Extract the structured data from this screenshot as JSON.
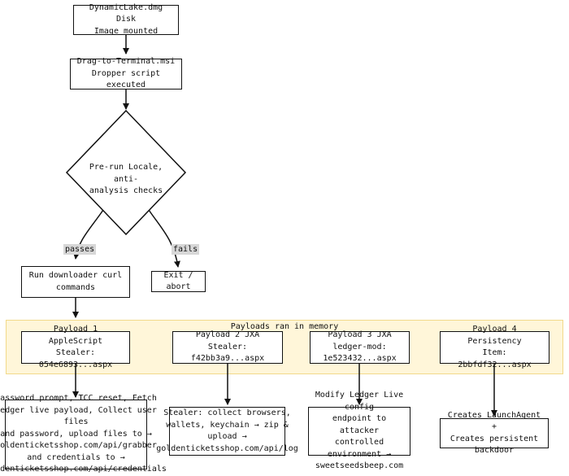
{
  "nodes": {
    "mounted": "DynamicLake.dmg Disk\nImage mounted",
    "dropper": "Drag-to-Terminal.msi\nDropper script executed",
    "checks": "Pre-run Locale, anti-\nanalysis checks",
    "downloader": "Run downloader curl\ncommands",
    "exit": "Exit / abort",
    "payload1": "Payload 1 AppleScript\nStealer: 054e6893...aspx",
    "payload2": "Payload 2 JXA Stealer:\nf42bb3a9...aspx",
    "payload3": "Payload 3 JXA ledger-mod:\n1e523432...aspx",
    "payload4": "Payload 4 Persistency\nItem: 2bbfdf32...aspx",
    "result1": "Password prompt, TCC reset, Fetch\nledger live payload, Collect user files\nand password, upload files to →\ngoldenticketsshop.com/api/grabber\nand credentials to →\ngoldenticketsshop.com/api/credentials",
    "result2": "Stealer: collect browsers,\nwallets, keychain → zip &\nupload →\ngoldenticketsshop.com/api/log",
    "result3": "Modify Ledger Live config\nendpoint to attacker\ncontrolled environment →\nsweetseedsbeep.com",
    "result4": "Creates LaunchAgent +\nCreates persistent backdoor"
  },
  "edge_labels": {
    "passes": "passes",
    "fails": "fails"
  },
  "group": {
    "title": "Payloads ran in memory"
  },
  "colors": {
    "group_fill": "#fff6d9",
    "group_border": "#f2d98a",
    "label_bg": "#d7d7d7",
    "stroke": "#111111"
  }
}
